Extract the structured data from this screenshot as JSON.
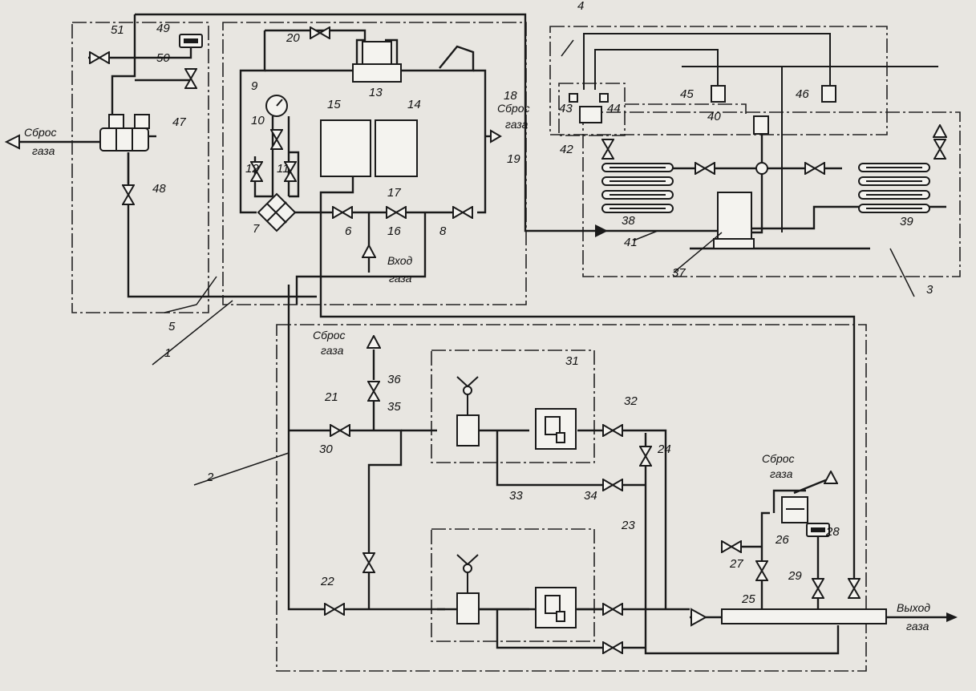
{
  "labels": {
    "gas_dump": "Сброс",
    "gas_dump_2": "газа",
    "gas_inlet": "Вход",
    "gas_inlet_2": "газа",
    "gas_outlet": "Выход",
    "gas_outlet_2": "газа"
  },
  "numbers": {
    "n1": "1",
    "n2": "2",
    "n3": "3",
    "n4": "4",
    "n5": "5",
    "n6": "6",
    "n7": "7",
    "n8": "8",
    "n9": "9",
    "n10": "10",
    "n11": "11",
    "n12": "12",
    "n13": "13",
    "n14": "14",
    "n15": "15",
    "n16": "16",
    "n17": "17",
    "n18": "18",
    "n19": "19",
    "n20": "20",
    "n21": "21",
    "n22": "22",
    "n23": "23",
    "n24": "24",
    "n25": "25",
    "n26": "26",
    "n27": "27",
    "n28": "28",
    "n29": "29",
    "n30": "30",
    "n31": "31",
    "n32": "32",
    "n33": "33",
    "n34": "34",
    "n35": "35",
    "n36": "36",
    "n37": "37",
    "n38": "38",
    "n39": "39",
    "n40": "40",
    "n41": "41",
    "n42": "42",
    "n43": "43",
    "n44": "44",
    "n45": "45",
    "n46": "46",
    "n47": "47",
    "n48": "48",
    "n49": "49",
    "n50": "50",
    "n51": "51"
  }
}
